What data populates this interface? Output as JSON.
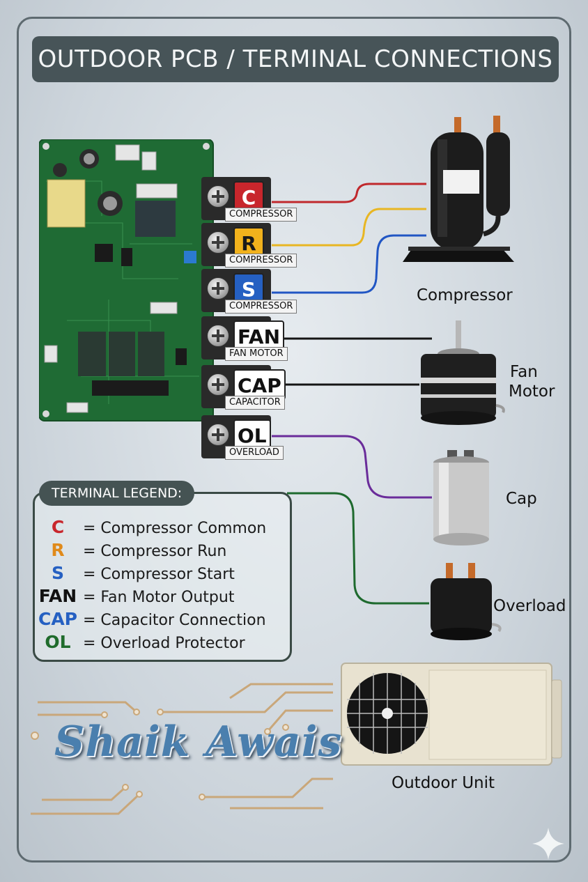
{
  "title": "OUTDOOR PCB / TERMINAL CONNECTIONS",
  "terminals": [
    {
      "code": "C",
      "label": "COMPRESSOR",
      "badge_bg": "#c8262c",
      "badge_fg": "#ffffff",
      "wire": "#c0282c"
    },
    {
      "code": "R",
      "label": "COMPRESSOR",
      "badge_bg": "#f2b21c",
      "badge_fg": "#1a1a1a",
      "wire": "#e8b623"
    },
    {
      "code": "S",
      "label": "COMPRESSOR",
      "badge_bg": "#2560c2",
      "badge_fg": "#ffffff",
      "wire": "#2156c4"
    },
    {
      "code": "FAN",
      "label": "FAN MOTOR",
      "badge_bg": "#ffffff",
      "badge_fg": "#111111",
      "wire": "#151515"
    },
    {
      "code": "CAP",
      "label": "CAPACITOR",
      "badge_bg": "#ffffff",
      "badge_fg": "#111111",
      "wire": "#151515"
    },
    {
      "code": "OL",
      "label": "OVERLOAD",
      "badge_bg": "#ffffff",
      "badge_fg": "#111111",
      "wire": "#6a2c9a"
    }
  ],
  "components": {
    "compressor": "Compressor",
    "fan_motor_line1": "Fan",
    "fan_motor_line2": "Motor",
    "cap": "Cap",
    "overload": "Overload",
    "outdoor_unit": "Outdoor Unit"
  },
  "legend": {
    "title": "TERMINAL LEGEND:",
    "items": [
      {
        "code": "C",
        "text": "= Compressor Common",
        "color": "#c8262c"
      },
      {
        "code": "R",
        "text": "= Compressor Run",
        "color": "#e08a1a"
      },
      {
        "code": "S",
        "text": "= Compressor Start",
        "color": "#2560c2"
      },
      {
        "code": "FAN",
        "text": "= Fan Motor Output",
        "color": "#111111"
      },
      {
        "code": "CAP",
        "text": "= Capacitor Connection",
        "color": "#2560c2"
      },
      {
        "code": "OL",
        "text": "= Overload Protector",
        "color": "#1f6b2c"
      }
    ]
  },
  "legend_wire_color": "#1e6a2e",
  "signature": "Shaik Awais"
}
